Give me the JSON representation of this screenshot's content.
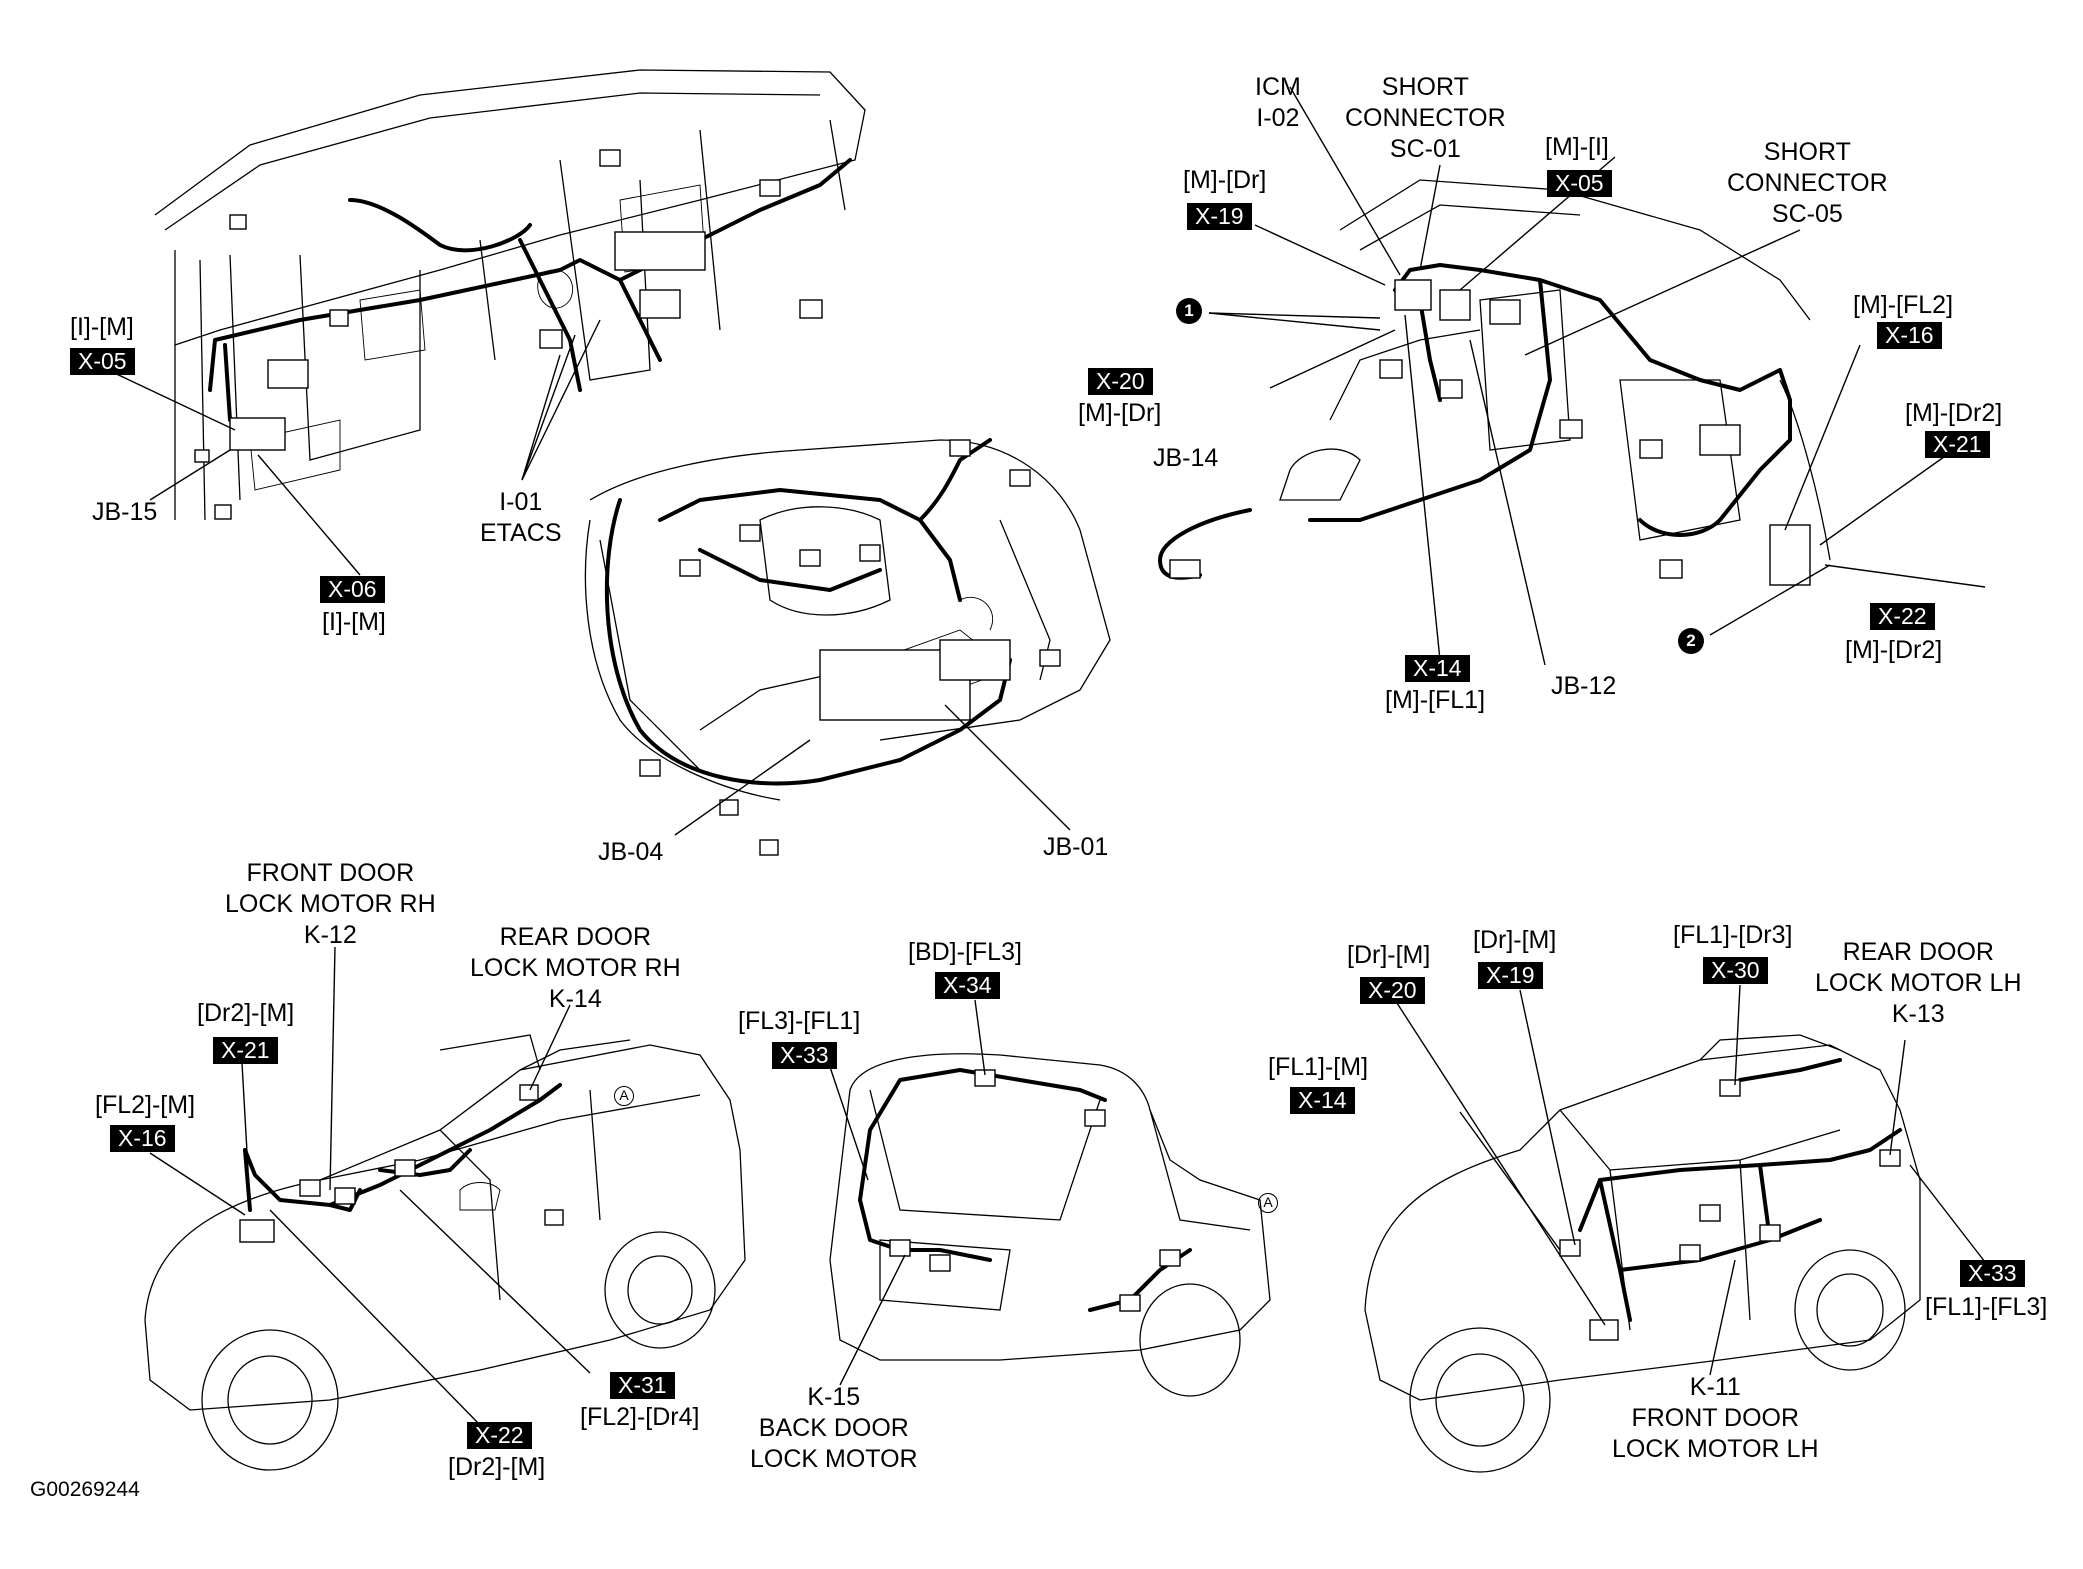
{
  "figure_code": "G00269244",
  "panel_dash": {
    "x05": {
      "pair": "[I]-[M]",
      "tag": "X-05"
    },
    "jb15": "JB-15",
    "x06": {
      "tag": "X-06",
      "pair": "[I]-[M]"
    },
    "i01": [
      "I-01",
      "ETACS"
    ]
  },
  "panel_engine": {
    "jb04": "JB-04",
    "jb01": "JB-01"
  },
  "panel_floor": {
    "icm": [
      "ICM",
      "I-02"
    ],
    "sc01": [
      "SHORT",
      "CONNECTOR",
      "SC-01"
    ],
    "x05": {
      "pair": "[M]-[I]",
      "tag": "X-05"
    },
    "sc05": [
      "SHORT",
      "CONNECTOR",
      "SC-05"
    ],
    "x19": {
      "pair": "[M]-[Dr]",
      "tag": "X-19"
    },
    "marker1": "1",
    "x20": {
      "tag": "X-20",
      "pair": "[M]-[Dr]"
    },
    "jb14": "JB-14",
    "x16": {
      "pair": "[M]-[FL2]",
      "tag": "X-16"
    },
    "x21": {
      "pair": "[M]-[Dr2]",
      "tag": "X-21"
    },
    "marker2": "2",
    "x22": {
      "tag": "X-22",
      "pair": "[M]-[Dr2]"
    },
    "x14": {
      "tag": "X-14",
      "pair": "[M]-[FL1]"
    },
    "jb12": "JB-12"
  },
  "panel_rh_side": {
    "k12": [
      "FRONT DOOR",
      "LOCK MOTOR RH",
      "K-12"
    ],
    "k14": [
      "REAR DOOR",
      "LOCK MOTOR RH",
      "K-14"
    ],
    "x21": {
      "pair": "[Dr2]-[M]",
      "tag": "X-21"
    },
    "x16": {
      "pair": "[FL2]-[M]",
      "tag": "X-16"
    },
    "x31": {
      "tag": "X-31",
      "pair": "[FL2]-[Dr4]"
    },
    "x22": {
      "tag": "X-22",
      "pair": "[Dr2]-[M]"
    },
    "marker_a": "A"
  },
  "panel_rear": {
    "x34": {
      "pair": "[BD]-[FL3]",
      "tag": "X-34"
    },
    "x33": {
      "pair": "[FL3]-[FL1]",
      "tag": "X-33"
    },
    "k15": [
      "K-15",
      "BACK DOOR",
      "LOCK MOTOR"
    ],
    "marker_a": "A"
  },
  "panel_lh_side": {
    "x20": {
      "pair": "[Dr]-[M]",
      "tag": "X-20"
    },
    "x19": {
      "pair": "[Dr]-[M]",
      "tag": "X-19"
    },
    "x30": {
      "pair": "[FL1]-[Dr3]",
      "tag": "X-30"
    },
    "k13": [
      "REAR DOOR",
      "LOCK MOTOR LH",
      "K-13"
    ],
    "x14": {
      "pair": "[FL1]-[M]",
      "tag": "X-14"
    },
    "x33": {
      "tag": "X-33",
      "pair": "[FL1]-[FL3]"
    },
    "k11": [
      "K-11",
      "FRONT DOOR",
      "LOCK MOTOR LH"
    ]
  }
}
